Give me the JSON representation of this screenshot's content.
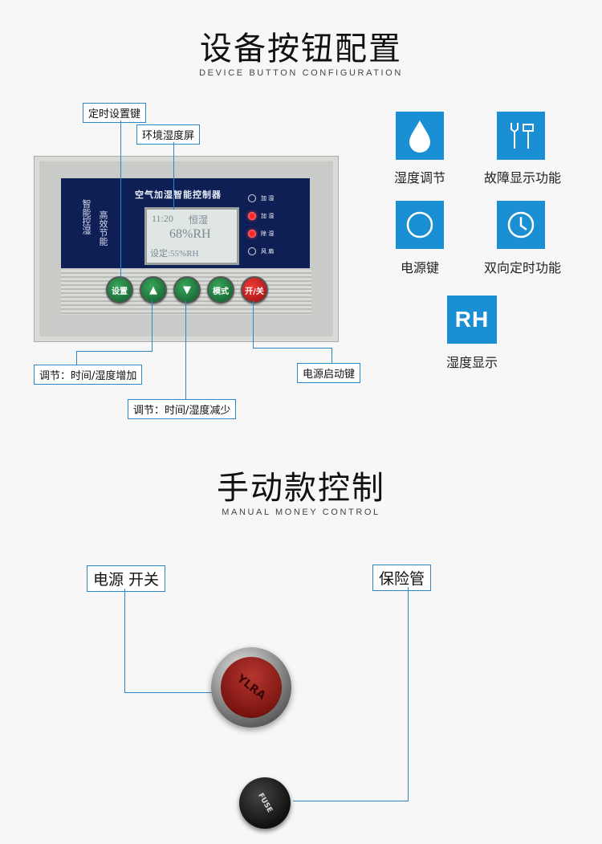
{
  "section1": {
    "title": "设备按钮配置",
    "subtitle": "DEVICE BUTTON CONFIGURATION",
    "callouts": {
      "timer_key": "定时设置键",
      "env_humidity_screen": "环境湿度屏",
      "adjust_increase": "调节：时间/湿度增加",
      "adjust_decrease": "调节：时间/湿度减少",
      "power_start_key": "电源启动键"
    },
    "panel": {
      "header": "空气加湿智能控制器",
      "left_text_a": "智能控湿",
      "left_text_b": "高效节能",
      "screen": {
        "time": "11:20",
        "status": "恒湿",
        "value": "68%RH",
        "setting": "设定:55%RH"
      },
      "indicators": [
        {
          "label": "加 湿",
          "on": false
        },
        {
          "label": "加 湿",
          "on": true
        },
        {
          "label": "除 湿",
          "on": true
        },
        {
          "label": "风 扇",
          "on": false
        }
      ],
      "buttons": {
        "set": "设置",
        "up": "▲",
        "down": "▼",
        "mode": "模式",
        "power": "开/关"
      }
    },
    "features": [
      {
        "label": "湿度调节",
        "icon": "water-drop-icon"
      },
      {
        "label": "故障显示功能",
        "icon": "tools-icon"
      },
      {
        "label": "电源键",
        "icon": "power-circle-icon"
      },
      {
        "label": "双向定时功能",
        "icon": "clock-icon"
      },
      {
        "label": "湿度显示",
        "icon": "rh-badge",
        "badge": "RH"
      }
    ]
  },
  "section2": {
    "title": "手动款控制",
    "subtitle": "MANUAL MONEY CONTROL",
    "callouts": {
      "power_switch": "电源 开关",
      "fuse": "保险管"
    },
    "button_marking": "YLRA",
    "fuse_marking": "FUSE"
  },
  "colors": {
    "accent": "#1b8fd4",
    "callout_border": "#2b86c5",
    "panel_blue": "#0e1f56"
  }
}
